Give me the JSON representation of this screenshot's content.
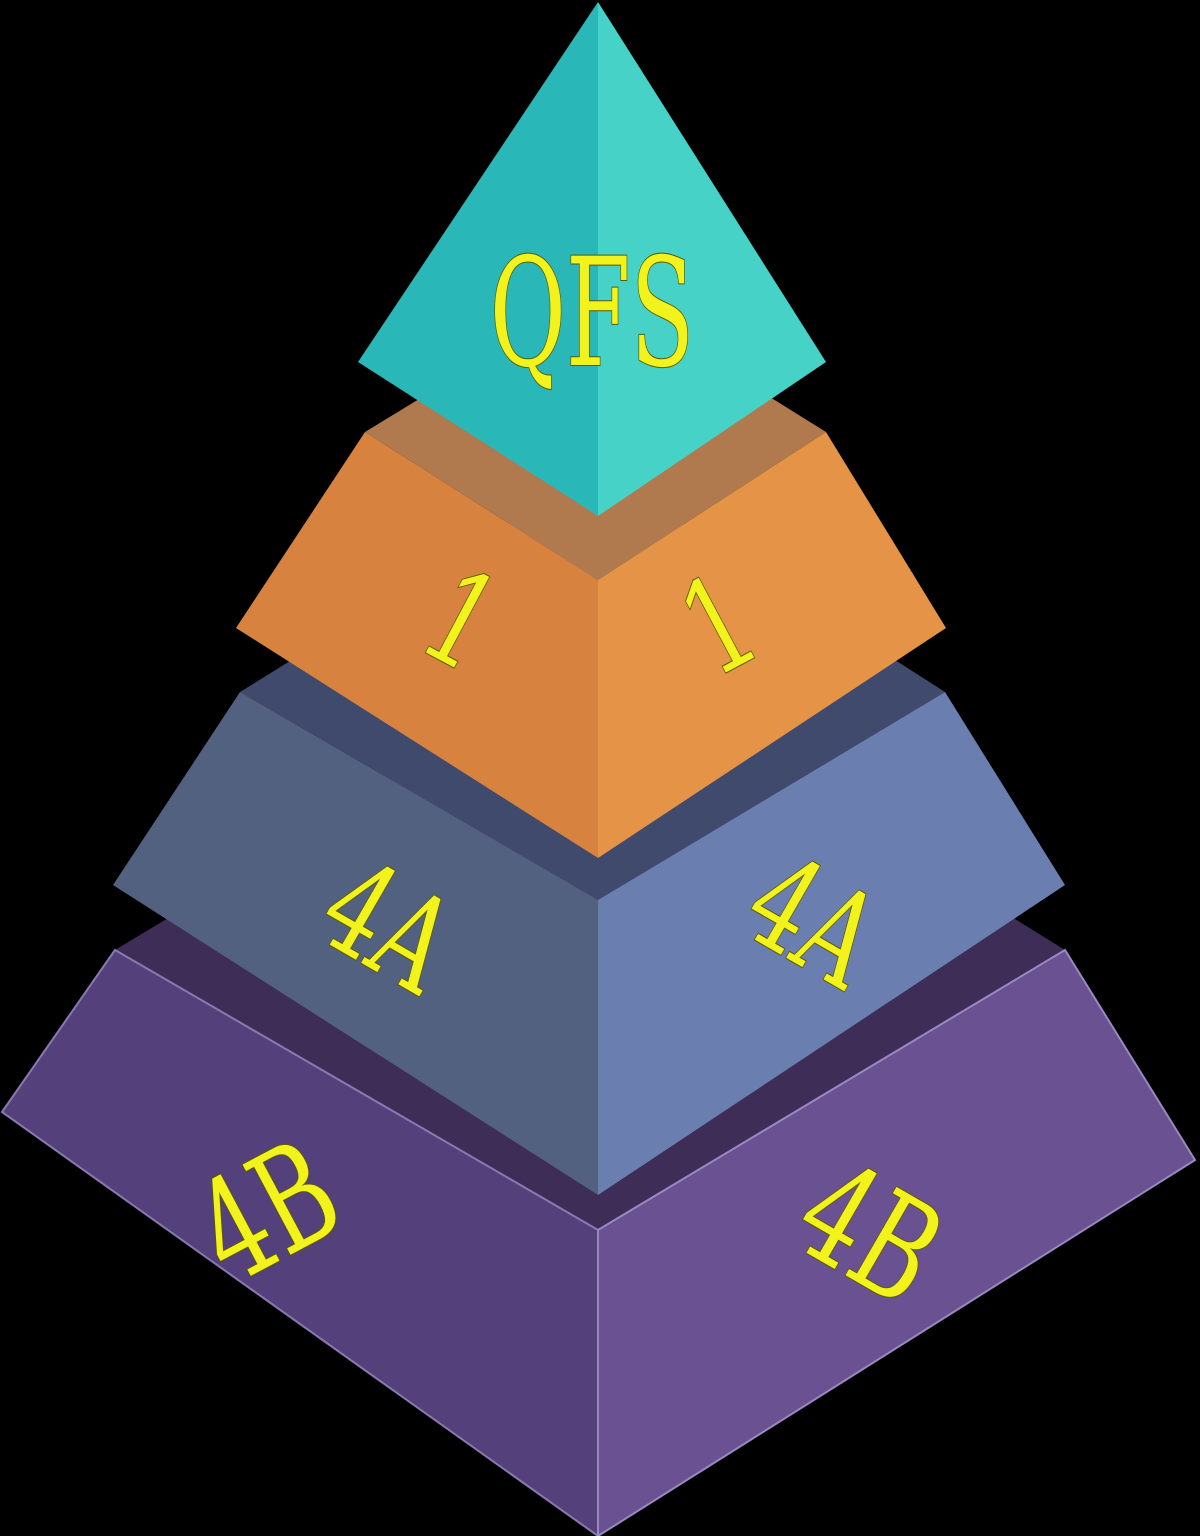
{
  "labels": {
    "apex": "QFS",
    "tier1_left": "1",
    "tier1_right": "1",
    "tier2_left": "4A",
    "tier2_right": "4A",
    "tier3_left": "4B",
    "tier3_right": "4B"
  },
  "colors": {
    "background": "#000000",
    "text": "#f2f21c",
    "apex_left": "#29b7b8",
    "apex_right": "#47d2c8",
    "tier1_left": "#d7823f",
    "tier1_right": "#e59447",
    "tier2_left": "#526180",
    "tier2_right": "#6a7eb0",
    "tier3_left": "#54407a",
    "tier3_right": "#6a5192"
  }
}
